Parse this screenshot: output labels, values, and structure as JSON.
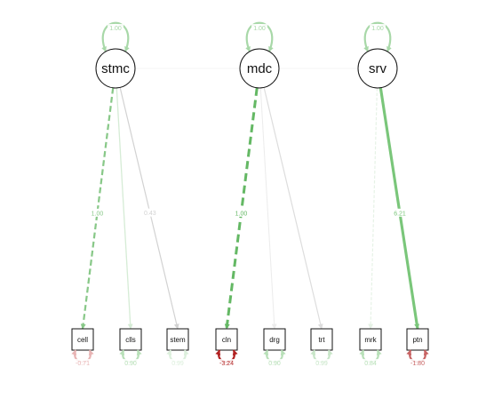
{
  "latents": [
    {
      "id": "stmc",
      "label": "stmc",
      "variance": "1.00",
      "variance_color": "#a8d8a8"
    },
    {
      "id": "mdc",
      "label": "mdc",
      "variance": "1.00",
      "variance_color": "#a8d8a8"
    },
    {
      "id": "srv",
      "label": "srv",
      "variance": "1.00",
      "variance_color": "#a8d8a8"
    }
  ],
  "indicators": [
    {
      "id": "cell",
      "label": "cell",
      "residual": "-0.71",
      "residual_color": "#e8b4b4"
    },
    {
      "id": "clls",
      "label": "clls",
      "residual": "0.90",
      "residual_color": "#b8e0b8"
    },
    {
      "id": "stem",
      "label": "stem",
      "residual": "0.99",
      "residual_color": "#dcefdc"
    },
    {
      "id": "cln",
      "label": "cln",
      "residual": "-3.24",
      "residual_color": "#b22222"
    },
    {
      "id": "drg",
      "label": "drg",
      "residual": "0.90",
      "residual_color": "#b8e0b8"
    },
    {
      "id": "trt",
      "label": "trt",
      "residual": "0.99",
      "residual_color": "#c8e6c8"
    },
    {
      "id": "mrk",
      "label": "mrk",
      "residual": "0.84",
      "residual_color": "#b8e0b8"
    },
    {
      "id": "ptn",
      "label": "ptn",
      "residual": "-1.80",
      "residual_color": "#c86464"
    }
  ],
  "loadings": [
    {
      "from": "stmc",
      "to": "cell",
      "label": "1.00",
      "color": "#88c888",
      "dashed": true,
      "strength": 0.55
    },
    {
      "from": "stmc",
      "to": "clls",
      "label": "",
      "color": "#d6ecd6",
      "dashed": false,
      "strength": 0.2
    },
    {
      "from": "stmc",
      "to": "stem",
      "label": "0.43",
      "color": "#d2d2d2",
      "dashed": false,
      "strength": 0.15
    },
    {
      "from": "mdc",
      "to": "cln",
      "label": "1.00",
      "color": "#64b864",
      "dashed": true,
      "strength": 0.85
    },
    {
      "from": "mdc",
      "to": "drg",
      "label": "",
      "color": "#ececec",
      "dashed": false,
      "strength": 0.1
    },
    {
      "from": "mdc",
      "to": "trt",
      "label": "",
      "color": "#dddddd",
      "dashed": false,
      "strength": 0.15
    },
    {
      "from": "srv",
      "to": "mrk",
      "label": "",
      "color": "#e6f2e6",
      "dashed": true,
      "strength": 0.15
    },
    {
      "from": "srv",
      "to": "ptn",
      "label": "6.21",
      "color": "#7ac67a",
      "dashed": false,
      "strength": 0.9
    }
  ],
  "covariances": [
    {
      "a": "stmc",
      "b": "mdc",
      "color": "#eeeeee"
    },
    {
      "a": "mdc",
      "b": "srv",
      "color": "#eeeeee"
    },
    {
      "a": "stmc",
      "b": "srv",
      "color": "#f4f4f4"
    }
  ]
}
